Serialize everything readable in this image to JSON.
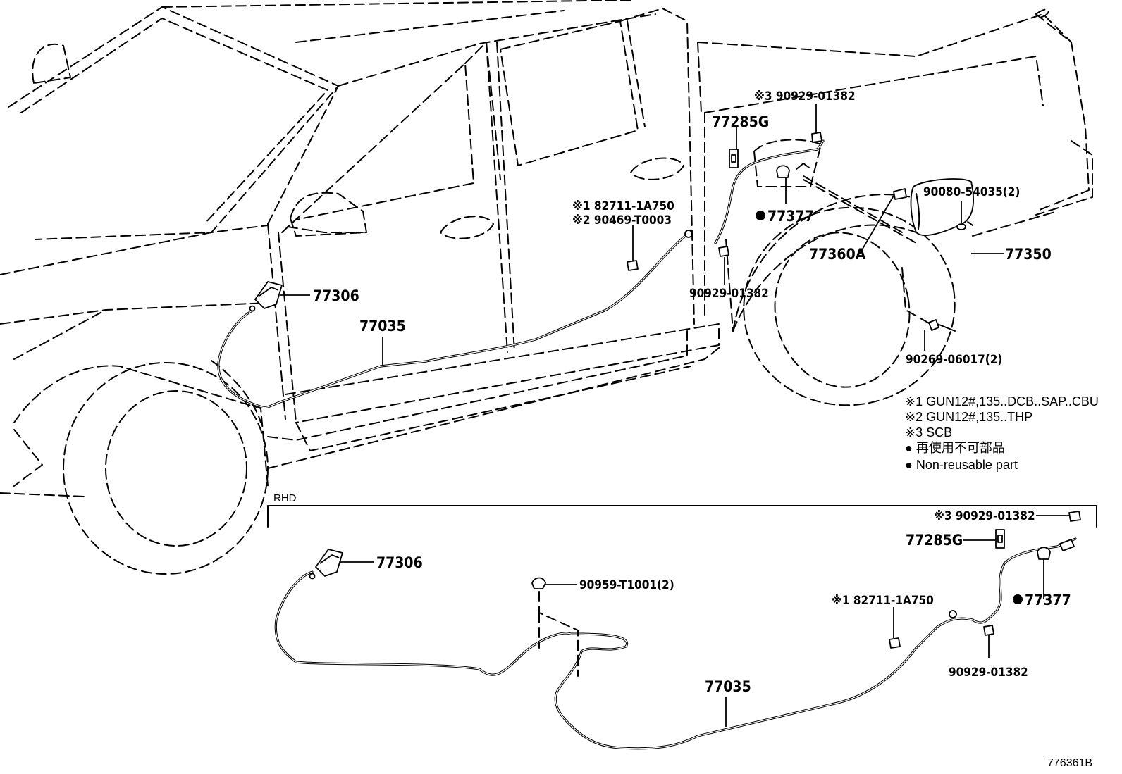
{
  "labels": {
    "l_77306": "77306",
    "l_77035": "77035",
    "l_77285g": "77285G",
    "l_77377": "77377",
    "l_77350": "77350",
    "l_77360a": "77360A",
    "l_s3_clip": "※3 90929-01382",
    "l_clip": "90929-01382",
    "l_s1": "※1 82711-1A750",
    "l_s2": "※2 90469-T0003",
    "l_screw": "90080-54035(2)",
    "l_bolt": "90269-06017(2)",
    "r_77306": "77306",
    "r_clamp": "90959-T1001(2)",
    "r_s3_clip": "※3 90929-01382",
    "r_77285g": "77285G",
    "r_77377": "77377",
    "r_s1": "※1 82711-1A750",
    "r_clip": "90929-01382",
    "r_77035": "77035"
  },
  "legend": {
    "n1": "※1 GUN12#,135..DCB..SAP..CBU",
    "n2": "※2 GUN12#,135..THP",
    "n3": "※3 SCB",
    "n4": "● 再使用不可部品",
    "n5": "● Non-reusable part"
  },
  "section": {
    "rhd": "RHD"
  },
  "figure_id": "776361B"
}
